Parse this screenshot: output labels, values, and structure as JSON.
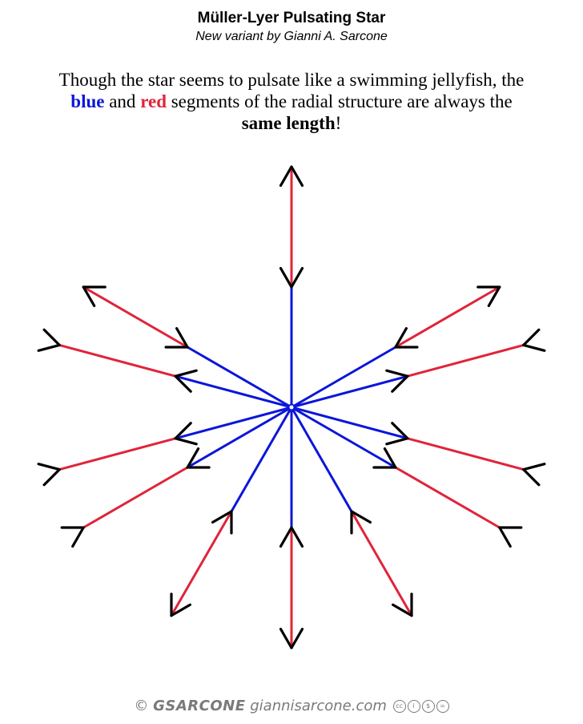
{
  "header": {
    "title": "Müller-Lyer Pulsating Star",
    "subtitle": "New variant by Gianni A. Sarcone"
  },
  "description": {
    "part1": "Though the star seems to pulsate like a swimming jellyfish, the ",
    "blue_word": "blue",
    "part2": " and ",
    "red_word": "red",
    "part3": " segments of the radial structure are always the ",
    "bold_phrase": "same length",
    "part4": "!"
  },
  "footer": {
    "copyright": "©",
    "signature": "GSARCONE",
    "site": "giannisarcone.com",
    "license_icons": [
      "cc-icon",
      "by-icon",
      "nc-icon",
      "nd-icon"
    ]
  },
  "colors": {
    "blue_segment": "#0b16d9",
    "red_segment": "#e0243a",
    "fins": "#000000"
  },
  "figure": {
    "ray_count": 12,
    "angles_deg": [
      90,
      30,
      150,
      15,
      165,
      -15,
      195,
      -30,
      210,
      -90,
      -60,
      240
    ]
  }
}
